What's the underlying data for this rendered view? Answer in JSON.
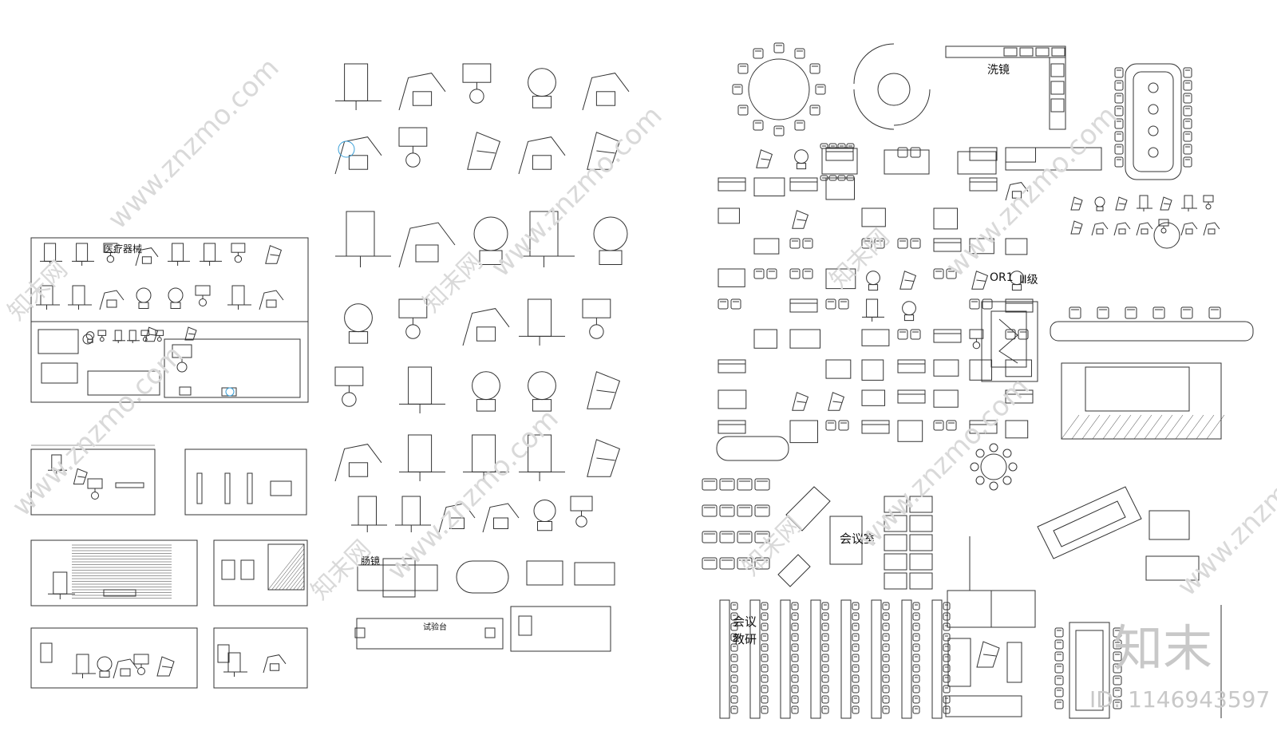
{
  "labels": {
    "medical_equipment": "医疗器械",
    "wash_mirror": "洗镜",
    "or1": "OR1",
    "grade3": "Ⅲ级",
    "meeting_room": "会议室",
    "meeting_research": "会议",
    "research": "教研",
    "endoscope": "肠镜",
    "lab_bench": "试验台"
  },
  "watermark": {
    "site": "www.znzmo.com",
    "brand": "知末网",
    "logo": "知末",
    "id": "ID: 1146943597"
  },
  "colors": {
    "line": "#333333",
    "accent": "#3aa0d8",
    "watermark": "#d0d0d0"
  }
}
